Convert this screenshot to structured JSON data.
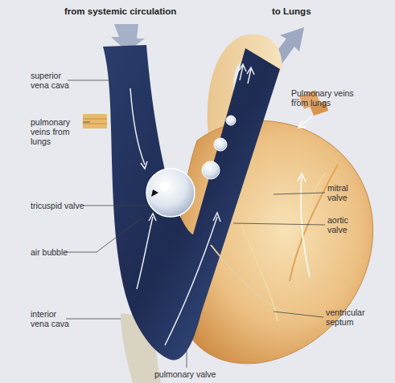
{
  "diagram": {
    "labels": [
      "from systemic circulation",
      "to Lungs",
      "superior vena cava",
      "pulmonary veins from lungs",
      "tricuspid valve",
      "air bubble",
      "interior vena cava",
      "pulmonary valve",
      "Pulmonary veins from lungs",
      "mitral valve",
      "aortic valve",
      "ventricular septum"
    ]
  }
}
